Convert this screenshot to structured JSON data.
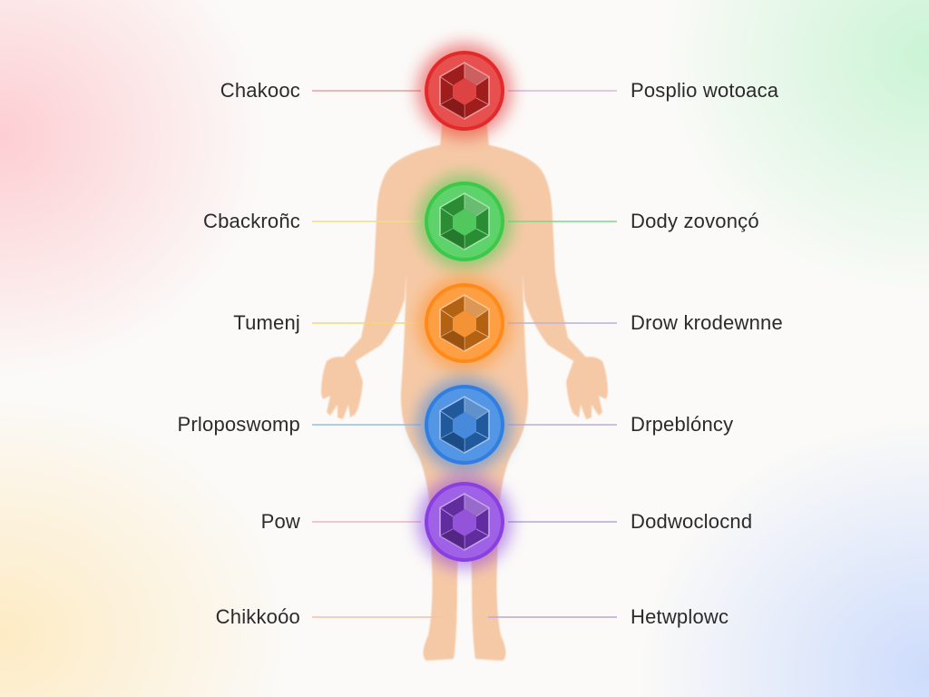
{
  "chakras": [
    {
      "left_label": "Chakooc",
      "right_label": "Posplio wotoaca",
      "color": "#e32a2a",
      "left_line_color": "#e8a0a0",
      "right_line_color": "#d9b6d9",
      "gem_icon": "red-gem-icon"
    },
    {
      "left_label": "Cbackroñc",
      "right_label": "Dody zovonçó",
      "color": "#3cc94a",
      "left_line_color": "#f2de8a",
      "right_line_color": "#7fd68a",
      "gem_icon": "green-gem-icon"
    },
    {
      "left_label": "Tumenj",
      "right_label": "Drow krodewnne",
      "color": "#ff8a1a",
      "left_line_color": "#f6d57a",
      "right_line_color": "#b8b2d6",
      "gem_icon": "orange-gem-icon"
    },
    {
      "left_label": "Prloposwomp",
      "right_label": "Drpeblóncy",
      "color": "#2f7fe0",
      "left_line_color": "#8fc0ef",
      "right_line_color": "#b4aee0",
      "gem_icon": "blue-gem-icon"
    },
    {
      "left_label": "Pow",
      "right_label": "Dodwoclocnd",
      "color": "#8a3fe0",
      "left_line_color": "#f0b6c0",
      "right_line_color": "#b3a6dc",
      "gem_icon": "purple-gem-icon"
    },
    {
      "left_label": "Chikkoóo",
      "right_label": "Hetwplowc",
      "color": "",
      "left_line_color": "#f3c0a8",
      "right_line_color": "#b7a8dd",
      "gem_icon": ""
    }
  ],
  "body_color": "#f6c9a6"
}
